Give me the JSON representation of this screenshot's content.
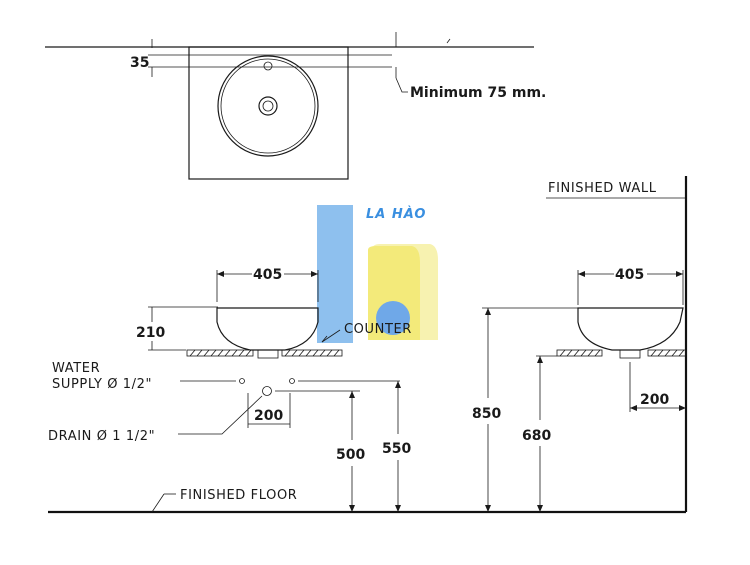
{
  "labels": {
    "minimum": "Minimum 75 mm.",
    "finished_wall": "FINISHED  WALL",
    "counter": "COUNTER",
    "water_supply_line1": "WATER",
    "water_supply_line2": "SUPPLY Ø 1/2\"",
    "drain": "DRAIN Ø 1 1/2\"",
    "finished_floor": "FINISHED  FLOOR"
  },
  "dimensions": {
    "top_offset": "35",
    "basin_width_front": "405",
    "basin_height": "210",
    "pipe_spacing": "200",
    "drain_height": "500",
    "supply_height": "550",
    "basin_width_side": "405",
    "counter_height": "850",
    "under_counter_height": "680",
    "drain_offset_side": "200"
  },
  "watermark": {
    "text": "LA HÀO",
    "colors": {
      "blue": "#8ec0ee",
      "yellow": "#f3ea7a",
      "circle": "#6fa8e8"
    }
  }
}
